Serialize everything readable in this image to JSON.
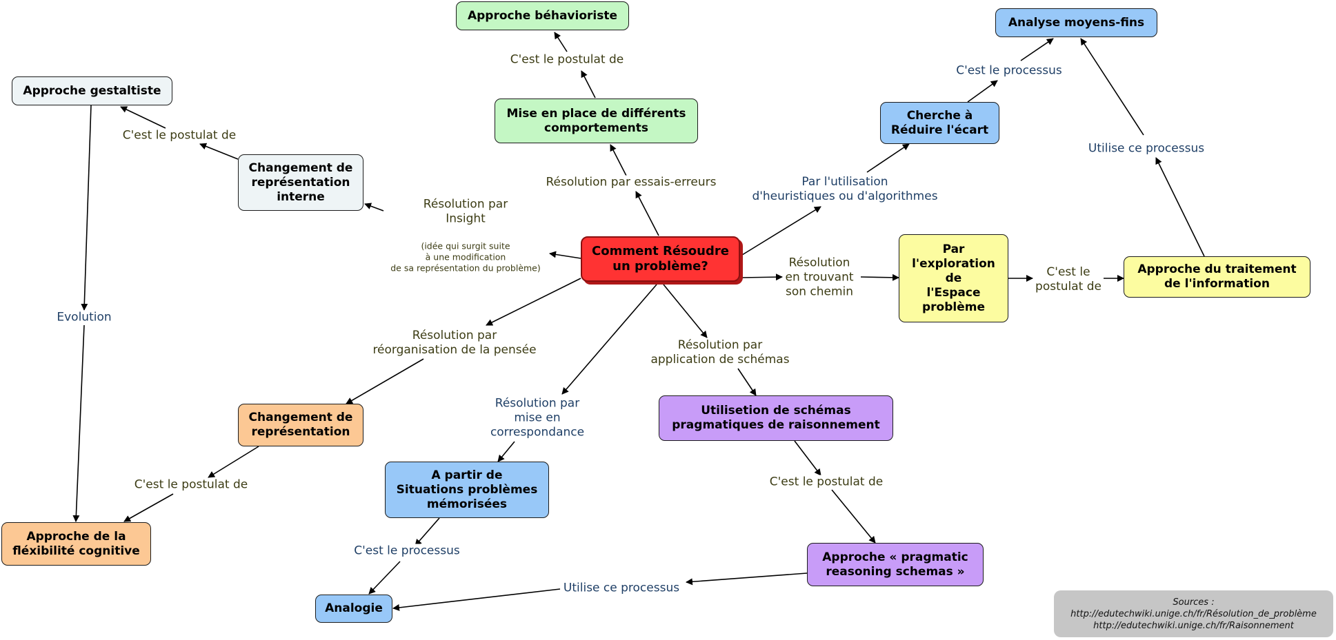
{
  "title": "Comment Résoudre un problème?",
  "colors": {
    "center": "#ff3333",
    "gray": "#eef4f6",
    "green": "#c4f7c4",
    "blue": "#98c8f8",
    "yellow": "#fcfca0",
    "orange": "#fcc894",
    "purple": "#c89cf8",
    "label_olive": "#3c3c14",
    "label_navy": "#1f3f66"
  },
  "nodes": {
    "center": "Comment Résoudre\nun problème?",
    "behavioriste": "Approche béhavioriste",
    "comportements": "Mise en place de différents\ncomportements",
    "gestaltiste": "Approche gestaltiste",
    "changement_interne": "Changement de\nreprésentation\ninterne",
    "moyens_fins": "Analyse moyens-fins",
    "reduire_ecart": "Cherche à\nRéduire l'écart",
    "espace_probleme": "Par\nl'exploration\nde\nl'Espace\nproblème",
    "traitement_info": "Approche du traitement\nde l'information",
    "schemas_pragmatiques": "Utilisetion de schémas\npragmatiques de raisonnement",
    "pragmatic_reasoning": "Approche « pragmatic\nreasoning schemas »",
    "situations_memorisees": "A partir de\nSituations problèmes\nmémorisées",
    "analogie": "Analogie",
    "changement_representation": "Changement de\nreprésentation",
    "flexibilite": "Approche de la\nfléxibilité cognitive"
  },
  "links": {
    "postulat_behavioriste": "C'est le postulat de",
    "essais_erreurs": "Résolution par essais-erreurs",
    "postulat_gestaltiste": "C'est le postulat de",
    "insight_main": "Résolution par\nInsight",
    "insight_note": "(idée qui surgit suite\nà une modification\nde sa représentation du problème)",
    "evolution": "Evolution",
    "processus_moyens_fins": "C'est le processus",
    "heuristiques": "Par l'utilisation\nd'heuristiques ou d'algorithmes",
    "utilise_processus_top": "Utilise ce processus",
    "trouvant_chemin": "Résolution\nen trouvant\nson chemin",
    "postulat_traitement": "C'est le\npostulat de",
    "reorganisation": "Résolution par\nréorganisation de la pensée",
    "correspondance": "Résolution par\nmise en\ncorrespondance",
    "application_schemas": "Résolution par\napplication de schémas",
    "postulat_flexibilite": "C'est le postulat de",
    "processus_analogie": "C'est le processus",
    "postulat_pragmatic": "C'est le postulat de",
    "utilise_processus_bottom": "Utilise ce processus"
  },
  "sources": {
    "heading": "Sources :",
    "url1": "http://edutechwiki.unige.ch/fr/Résolution_de_problème",
    "url2": "http://edutechwiki.unige.ch/fr/Raisonnement"
  }
}
